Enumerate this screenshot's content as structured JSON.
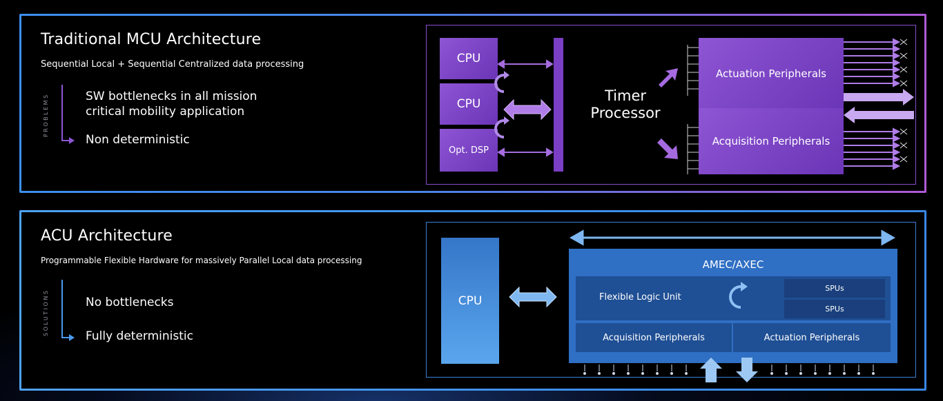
{
  "traditional": {
    "title": "Traditional MCU Architecture",
    "subtitle": "Sequential Local + Sequential Centralized data processing",
    "side_label": "PROBLEMS",
    "points": [
      "SW bottlenecks in all mission critical mobility application",
      "Non deterministic"
    ],
    "diagram": {
      "cpu1": "CPU",
      "cpu2": "CPU",
      "dsp": "Opt. DSP",
      "timer": "Timer Processor",
      "actuation": "Actuation Peripherals",
      "acquisition": "Acquisition Peripherals"
    }
  },
  "acu": {
    "title": "ACU Architecture",
    "subtitle": "Programmable Flexible Hardware for massively Parallel Local data processing",
    "side_label": "SOLUTIONS",
    "points": [
      "No bottlenecks",
      "Fully deterministic"
    ],
    "diagram": {
      "cpu": "CPU",
      "amec": "AMEC/AXEC",
      "flu": "Flexible Logic Unit",
      "spu1": "SPUs",
      "spu2": "SPUs",
      "acquisition": "Acquisition Peripherals",
      "actuation": "Actuation Peripherals"
    }
  },
  "colors": {
    "purple": "#8e55d4",
    "blue": "#3a86e0",
    "dark_blue": "#1f4f94"
  }
}
